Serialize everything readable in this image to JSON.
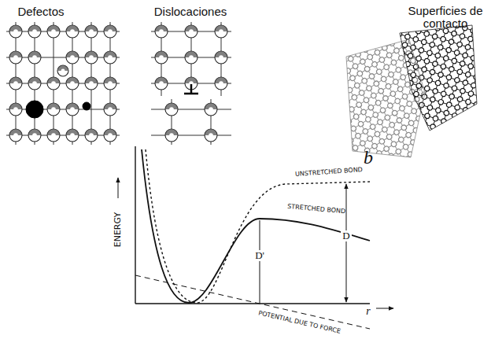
{
  "diagram": {
    "labels": [
      "Defectos",
      "Dislocaciones",
      "Superficies de contacto",
      "b",
      "UNSTRETCHED BOND",
      "STRETCHED BOND",
      "D",
      "D'",
      "ENERGY",
      "r",
      "POTENTIAL DUE TO FORCE"
    ]
  }
}
